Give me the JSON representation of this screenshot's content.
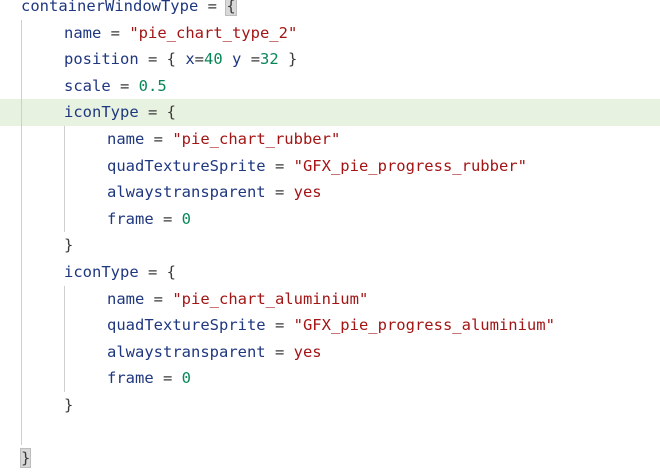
{
  "editor": {
    "lines": [
      {
        "indent": 0,
        "tokens": [
          [
            "k",
            "containerWindowType"
          ],
          [
            "op",
            " = "
          ],
          [
            "op",
            "{"
          ]
        ]
      },
      {
        "indent": 1,
        "tokens": [
          [
            "k",
            "name"
          ],
          [
            "op",
            " = "
          ],
          [
            "s",
            "\"pie_chart_type_2\""
          ]
        ]
      },
      {
        "indent": 1,
        "tokens": [
          [
            "k",
            "position"
          ],
          [
            "op",
            " = { "
          ],
          [
            "k",
            "x"
          ],
          [
            "op",
            "="
          ],
          [
            "n",
            "40"
          ],
          [
            "op",
            " "
          ],
          [
            "k",
            "y"
          ],
          [
            "op",
            " ="
          ],
          [
            "n",
            "32"
          ],
          [
            "op",
            " }"
          ]
        ]
      },
      {
        "indent": 1,
        "tokens": [
          [
            "k",
            "scale"
          ],
          [
            "op",
            " = "
          ],
          [
            "n",
            "0.5"
          ]
        ]
      },
      {
        "indent": 1,
        "current": true,
        "tokens": [
          [
            "k",
            "iconType"
          ],
          [
            "op",
            " = {"
          ]
        ]
      },
      {
        "indent": 2,
        "tokens": [
          [
            "k",
            "name"
          ],
          [
            "op",
            " = "
          ],
          [
            "s",
            "\"pie_chart_rubber\""
          ]
        ]
      },
      {
        "indent": 2,
        "tokens": [
          [
            "k",
            "quadTextureSprite"
          ],
          [
            "op",
            " = "
          ],
          [
            "s",
            "\"GFX_pie_progress_rubber\""
          ]
        ]
      },
      {
        "indent": 2,
        "tokens": [
          [
            "k",
            "alwaystransparent"
          ],
          [
            "op",
            " = "
          ],
          [
            "y",
            "yes"
          ]
        ]
      },
      {
        "indent": 2,
        "tokens": [
          [
            "k",
            "frame"
          ],
          [
            "op",
            " = "
          ],
          [
            "n",
            "0"
          ]
        ]
      },
      {
        "indent": 1,
        "tokens": [
          [
            "op",
            "}"
          ]
        ]
      },
      {
        "indent": 1,
        "tokens": [
          [
            "k",
            "iconType"
          ],
          [
            "op",
            " = {"
          ]
        ]
      },
      {
        "indent": 2,
        "tokens": [
          [
            "k",
            "name"
          ],
          [
            "op",
            " = "
          ],
          [
            "s",
            "\"pie_chart_aluminium\""
          ]
        ]
      },
      {
        "indent": 2,
        "tokens": [
          [
            "k",
            "quadTextureSprite"
          ],
          [
            "op",
            " = "
          ],
          [
            "s",
            "\"GFX_pie_progress_aluminium\""
          ]
        ]
      },
      {
        "indent": 2,
        "tokens": [
          [
            "k",
            "alwaystransparent"
          ],
          [
            "op",
            " = "
          ],
          [
            "y",
            "yes"
          ]
        ]
      },
      {
        "indent": 2,
        "tokens": [
          [
            "k",
            "frame"
          ],
          [
            "op",
            " = "
          ],
          [
            "n",
            "0"
          ]
        ]
      },
      {
        "indent": 1,
        "tokens": [
          [
            "op",
            "}"
          ]
        ]
      },
      {
        "indent": 0,
        "tokens": []
      },
      {
        "indent": 0,
        "tokens": [
          [
            "op",
            "}"
          ]
        ]
      }
    ],
    "colors": {
      "key": "#1f377f",
      "string": "#a31515",
      "number": "#098658",
      "operator": "#3a3a3a",
      "current_line": "#e8f2e0"
    }
  }
}
